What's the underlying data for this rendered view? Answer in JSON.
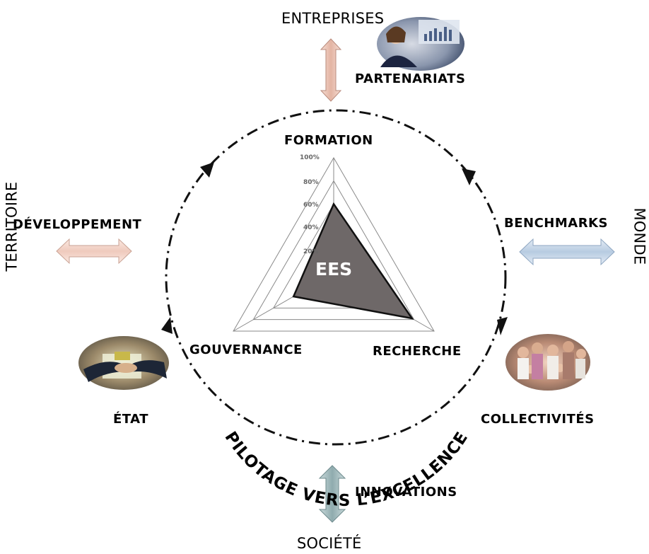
{
  "outer": {
    "top": "ENTREPRISES",
    "left": "TERRITOIRE",
    "right": "MONDE",
    "bottom": "SOCIÉTÉ"
  },
  "links": {
    "top": "PARTENARIATS",
    "left": "DÉVELOPPEMENT",
    "right": "BENCHMARKS",
    "bottom": "INNOVATIONS"
  },
  "corners": {
    "bottom_left": "ÉTAT",
    "bottom_right": "COLLECTIVITÉS"
  },
  "cycle_text": "PILOTAGE VERS L’EXCELLENCE",
  "radar": {
    "center_label": "EES",
    "axes": [
      "FORMATION",
      "RECHERCHE",
      "GOUVERNANCE"
    ],
    "ticks": [
      "100%",
      "80%",
      "60%",
      "40%",
      "20%"
    ],
    "values": [
      0.6,
      0.78,
      0.4
    ],
    "max": 1.0,
    "grid_levels": [
      0.2,
      0.4,
      0.6,
      0.8,
      1.0
    ]
  },
  "colors": {
    "arrow_top": "#e9c2b3",
    "arrow_left": "#f3d3c6",
    "arrow_right": "#c6d6e8",
    "arrow_bottom": "#a9c2c4",
    "radar_fill": "#6e6868"
  },
  "images": {
    "top_right": "businesswoman-chart-photo",
    "bottom_left": "handshake-money-photo",
    "bottom_right": "family-group-photo"
  }
}
